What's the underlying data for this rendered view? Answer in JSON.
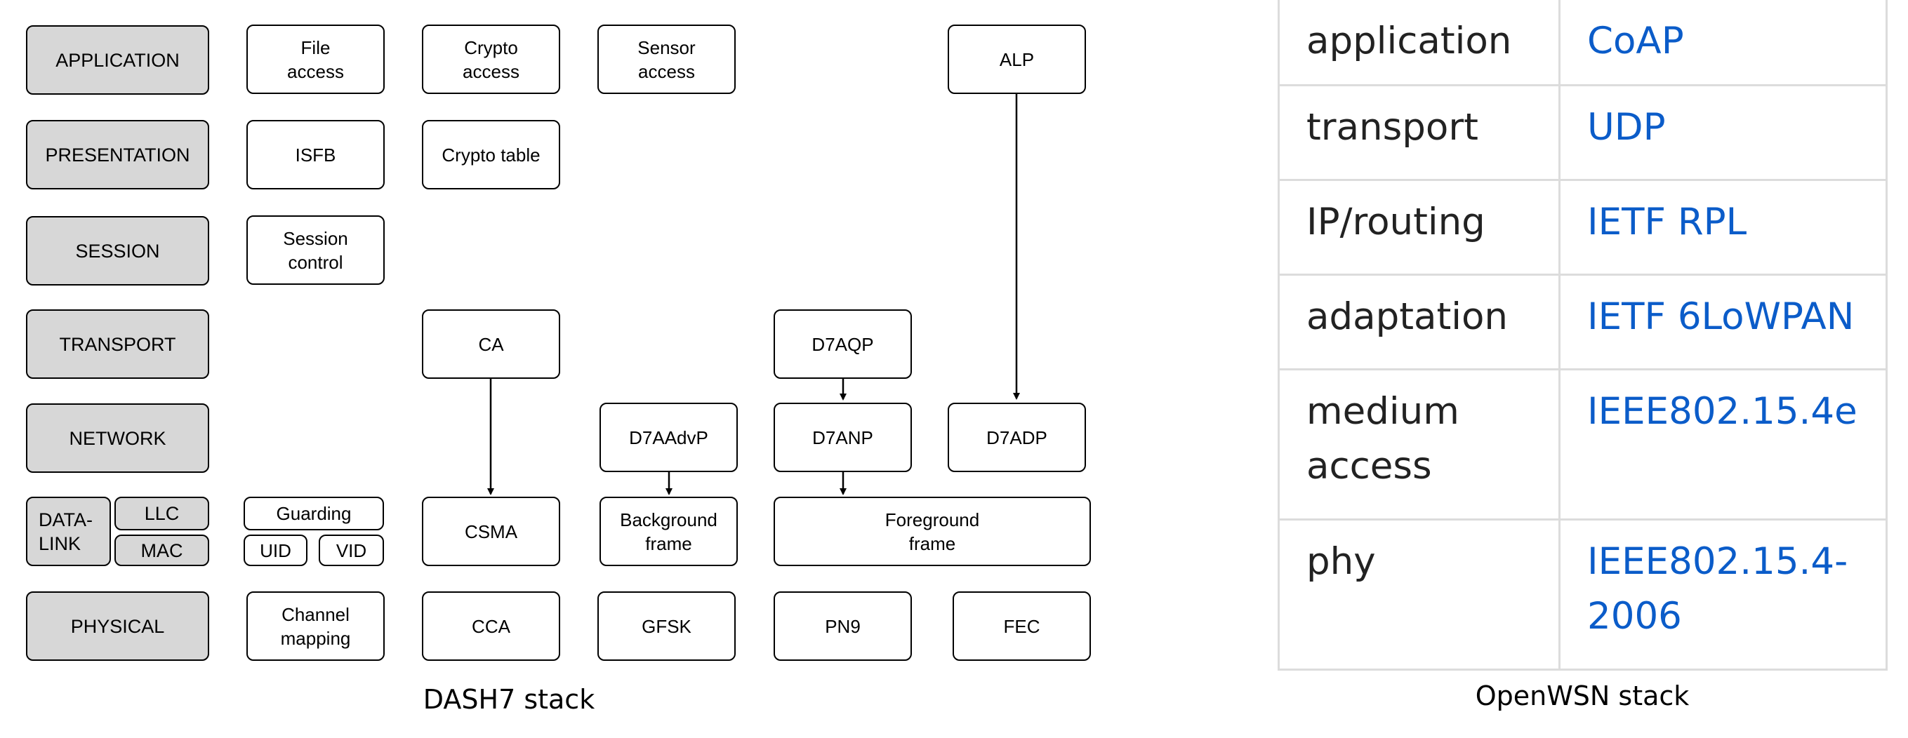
{
  "dash7": {
    "caption": "DASH7 stack",
    "layers": {
      "application": "APPLICATION",
      "presentation": "PRESENTATION",
      "session": "SESSION",
      "transport": "TRANSPORT",
      "network": "NETWORK",
      "datalink": "DATA-\nLINK",
      "llc": "LLC",
      "mac": "MAC",
      "physical": "PHYSICAL"
    },
    "blocks": {
      "file_access": "File\naccess",
      "crypto_access": "Crypto\naccess",
      "sensor_access": "Sensor\naccess",
      "alp": "ALP",
      "isfb": "ISFB",
      "crypto_table": "Crypto table",
      "session_control": "Session\ncontrol",
      "ca": "CA",
      "d7aqp": "D7AQP",
      "d7aadvp": "D7AAdvP",
      "d7anp": "D7ANP",
      "d7adp": "D7ADP",
      "guarding": "Guarding",
      "uid": "UID",
      "vid": "VID",
      "csma": "CSMA",
      "background_frame": "Background\nframe",
      "foreground_frame": "Foreground\nframe",
      "channel_mapping": "Channel\nmapping",
      "cca": "CCA",
      "gfsk": "GFSK",
      "pn9": "PN9",
      "fec": "FEC"
    }
  },
  "openwsn": {
    "caption": "OpenWSN stack",
    "rows": [
      {
        "layer": "application",
        "protocol": "CoAP"
      },
      {
        "layer": "transport",
        "protocol": "UDP"
      },
      {
        "layer": "IP/routing",
        "protocol": "IETF RPL"
      },
      {
        "layer": "adaptation",
        "protocol": "IETF 6LoWPAN"
      },
      {
        "layer": "medium\naccess",
        "protocol": "IEEE802.15.4e"
      },
      {
        "layer": "phy",
        "protocol": "IEEE802.15.4-\n2006"
      }
    ]
  },
  "colors": {
    "layer_fill": "#d7d7d7",
    "link_blue": "#0b5cc9",
    "table_border": "#dcdcdc"
  }
}
